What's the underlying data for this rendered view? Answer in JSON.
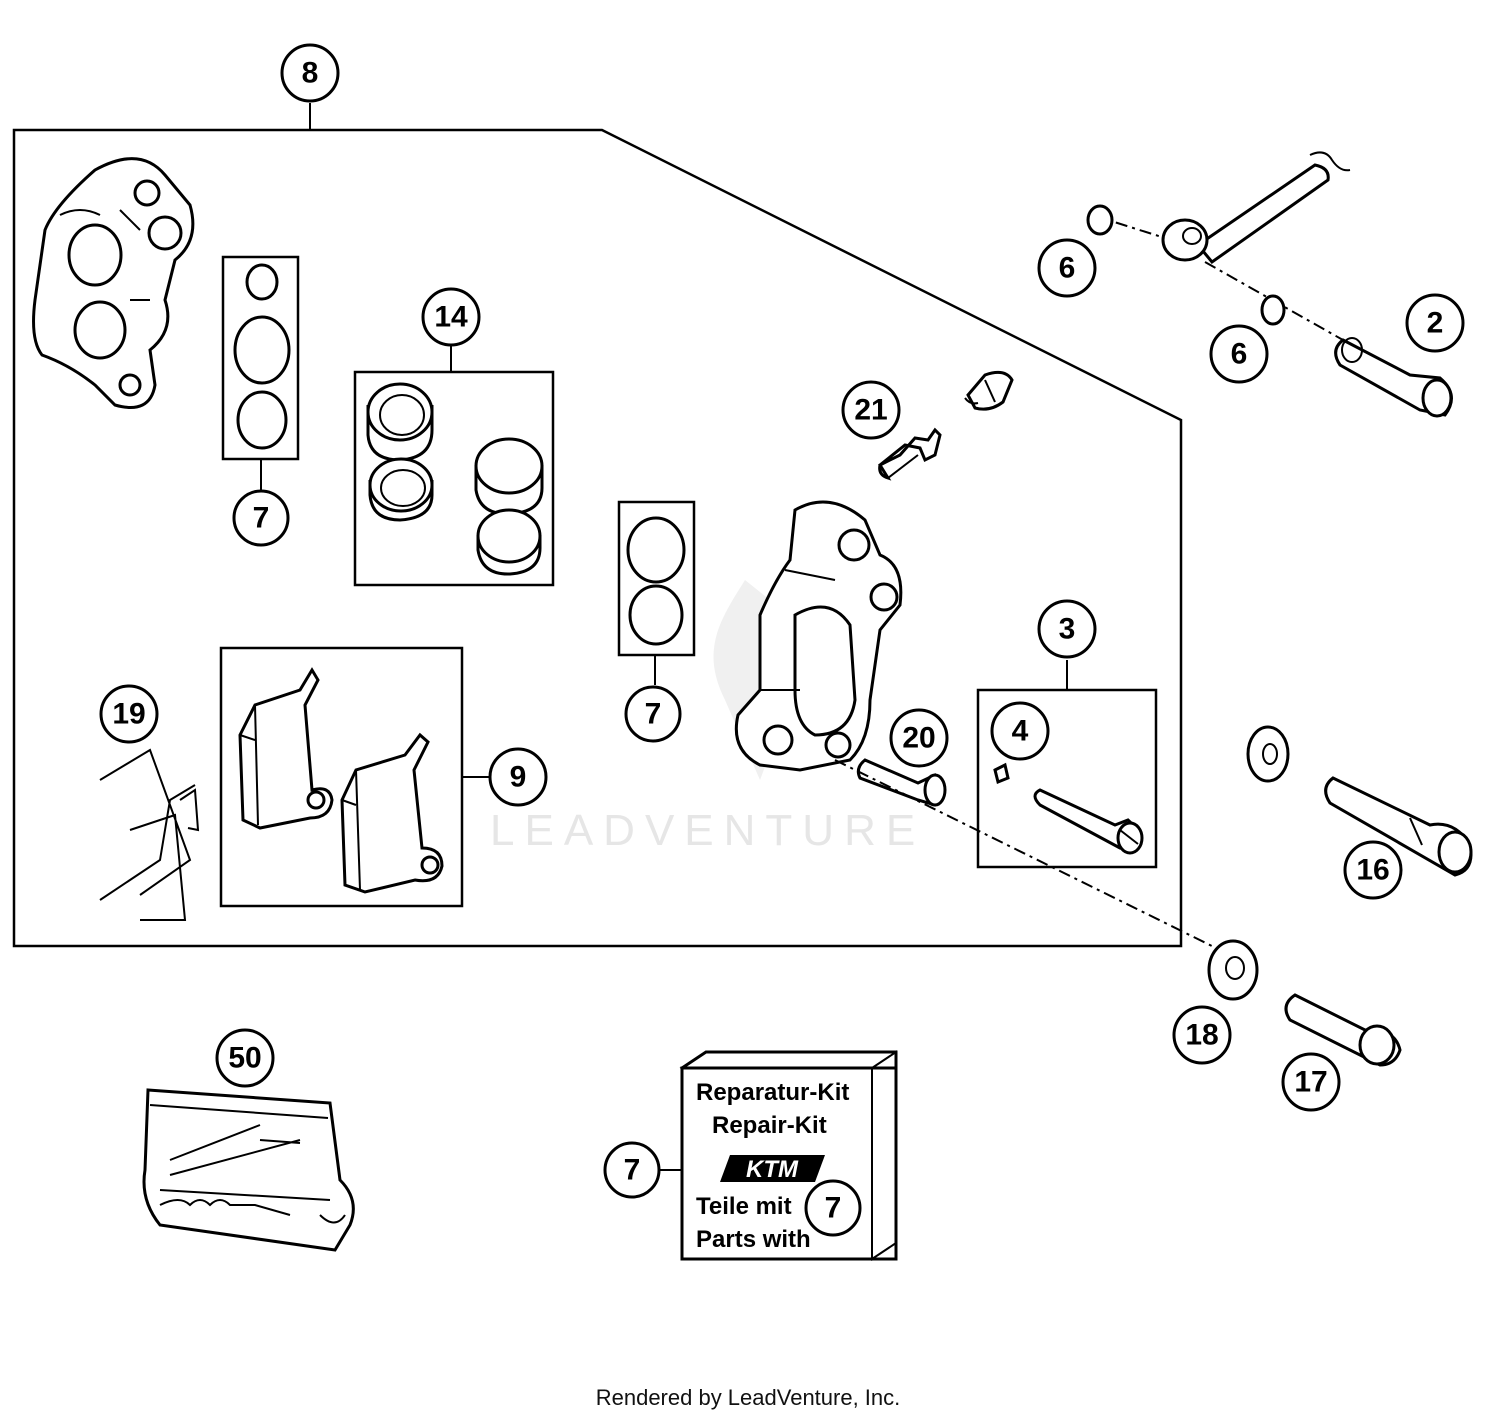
{
  "callouts": [
    {
      "id": "c8",
      "label": "8"
    },
    {
      "id": "c7a",
      "label": "7"
    },
    {
      "id": "c14",
      "label": "14"
    },
    {
      "id": "c21",
      "label": "21"
    },
    {
      "id": "c6a",
      "label": "6"
    },
    {
      "id": "c6b",
      "label": "6"
    },
    {
      "id": "c2",
      "label": "2"
    },
    {
      "id": "c7b",
      "label": "7"
    },
    {
      "id": "c3",
      "label": "3"
    },
    {
      "id": "c4",
      "label": "4"
    },
    {
      "id": "c20",
      "label": "20"
    },
    {
      "id": "c19",
      "label": "19"
    },
    {
      "id": "c9",
      "label": "9"
    },
    {
      "id": "c16",
      "label": "16"
    },
    {
      "id": "c18",
      "label": "18"
    },
    {
      "id": "c17",
      "label": "17"
    },
    {
      "id": "c50",
      "label": "50"
    },
    {
      "id": "c7c",
      "label": "7"
    },
    {
      "id": "c7d",
      "label": "7"
    }
  ],
  "repair_kit": {
    "line1": "Reparatur-Kit",
    "line2": "Repair-Kit",
    "logo": "KTM",
    "line3": "Teile mit",
    "line4": "Parts with"
  },
  "watermark": "LEADVENTURE",
  "footer": "Rendered by LeadVenture, Inc."
}
